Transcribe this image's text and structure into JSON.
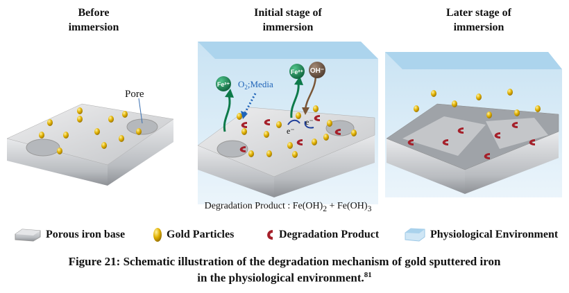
{
  "panels": [
    {
      "title_line1": "Before",
      "title_line2": "immersion",
      "label": "Pore"
    },
    {
      "title_line1": "Initial stage of",
      "title_line2": "immersion"
    },
    {
      "title_line1": "Later stage of",
      "title_line2": "immersion"
    }
  ],
  "species": {
    "fe": "Fe²⁺",
    "oh": "OH⁻",
    "o2_prefix": "O",
    "o2_sub": "2",
    "o2_suffix": ";Media",
    "electron": "e⁻"
  },
  "degradation": {
    "prefix": "Degradation Product : Fe(OH)",
    "sub1": "2",
    "mid": " + Fe(OH)",
    "sub2": "3"
  },
  "legend": [
    {
      "label": "Porous iron base"
    },
    {
      "label": "Gold Particles"
    },
    {
      "label": "Degradation Product"
    },
    {
      "label": "Physiological Environment"
    }
  ],
  "caption": {
    "line1": "Figure 21: Schematic illustration of the degradation mechanism of gold sputtered iron",
    "line2": "in the physiological environment.",
    "ref": "81"
  },
  "colors": {
    "gold": "#d9a800",
    "rust": "#a5202a",
    "water": "#cfe6f5",
    "iron": "#c9cbce",
    "fe_ion": "#0d7a4a",
    "oh_ion": "#6b5443"
  }
}
